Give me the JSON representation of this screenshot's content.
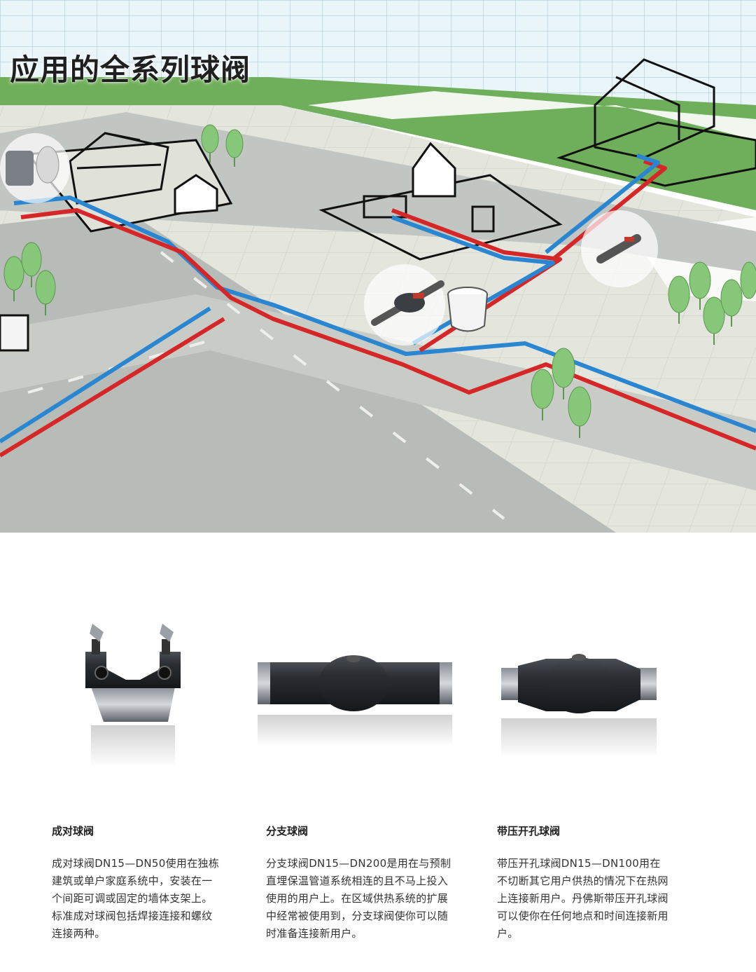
{
  "title": "应用的全系列球阀",
  "colors": {
    "supply_pipe": "#d62728",
    "return_pipe": "#2b86d1",
    "grass": "#6fae5a",
    "road": "#c2c6c2",
    "ground": "#e4e6de",
    "sky": "#eaf5fa",
    "tree": "#86c779"
  },
  "products": [
    {
      "icon": "paired-ball-valve-icon",
      "name": "成对球阀",
      "description": "成对球阀DN15—DN50使用在独栋建筑或单户家庭系统中，安装在一个间距可调或固定的墙体支架上。标准成对球阀包括焊接连接和螺纹连接两种。"
    },
    {
      "icon": "branch-ball-valve-icon",
      "name": "分支球阀",
      "description": "分支球阀DN15—DN200是用在与预制直埋保温管道系统相连的且不马上投入使用的用户上。在区域供热系统的扩展中经常被使用到，分支球阀使你可以随时准备连接新用户。"
    },
    {
      "icon": "hot-tap-ball-valve-icon",
      "name": "带压开孔球阀",
      "description": "带压开孔球阀DN15—DN100用在不切断其它用户供热的情况下在热网上连接新用户。丹佛斯带压开孔球阀可以使你在任何地点和时间连接新用户。"
    }
  ]
}
